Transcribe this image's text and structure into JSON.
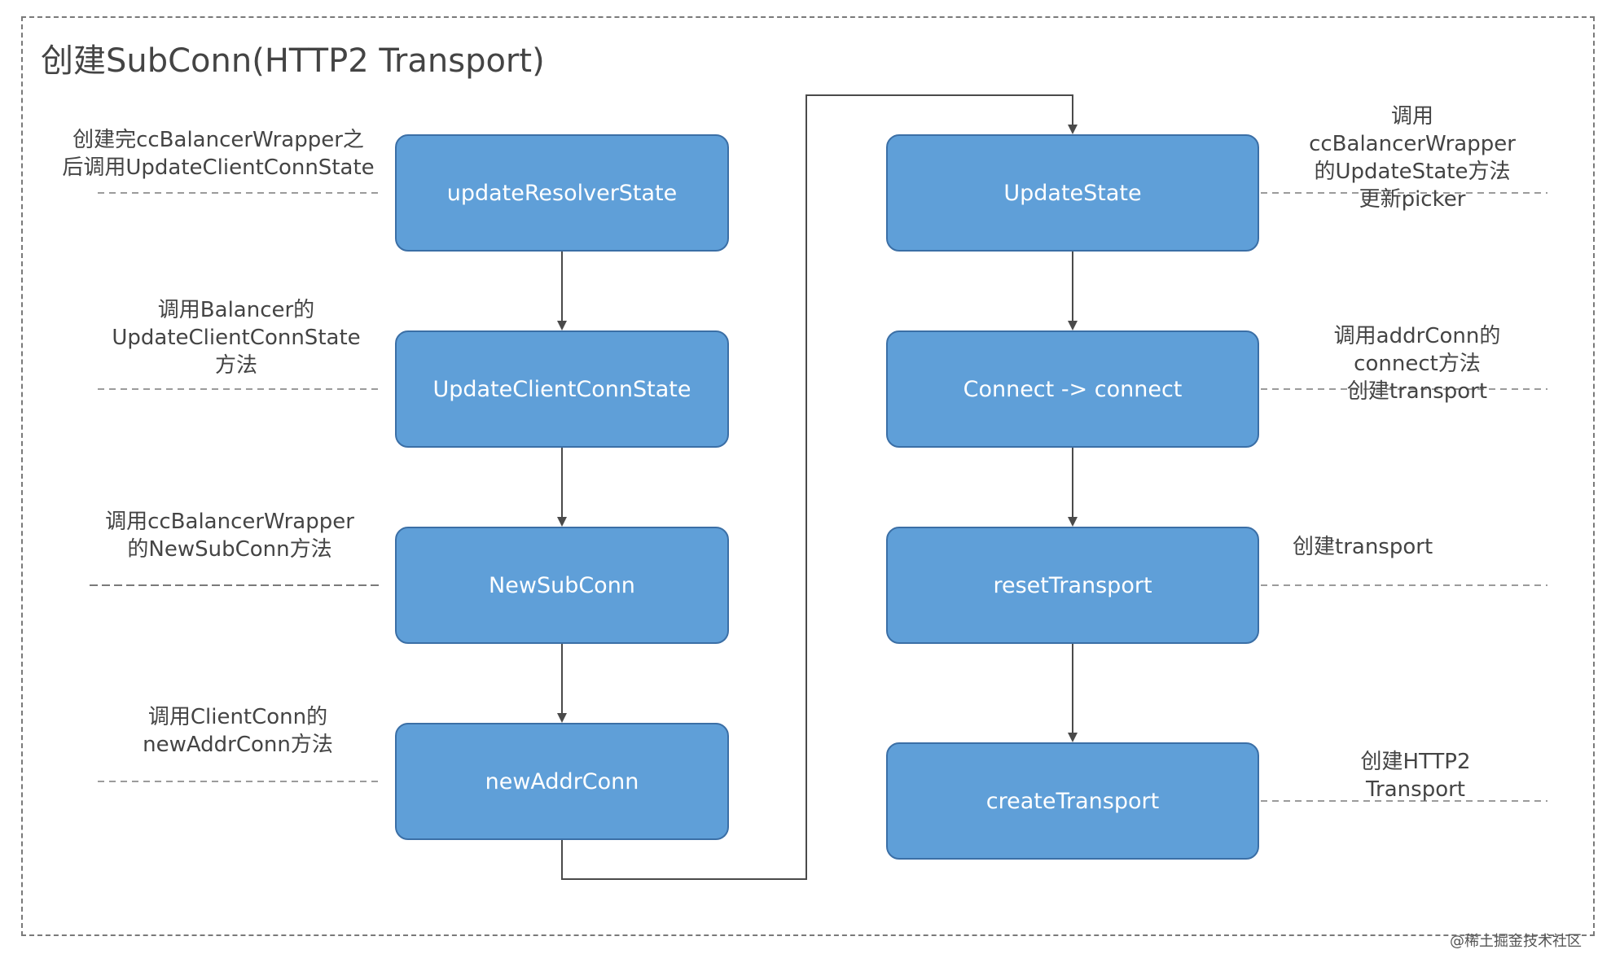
{
  "title": "创建SubConn(HTTP2 Transport)",
  "watermark": "@稀土掘金技术社区",
  "colors": {
    "node_fill": "#5f9fd8",
    "node_border": "#3b6fa6",
    "node_text": "#ffffff",
    "edge": "#4a4a4a",
    "guide": "#7a7a7a"
  },
  "nodes": [
    {
      "id": "updateResolverState",
      "label": "updateResolverState"
    },
    {
      "id": "UpdateClientConnState",
      "label": "UpdateClientConnState"
    },
    {
      "id": "NewSubConn",
      "label": "NewSubConn"
    },
    {
      "id": "newAddrConn",
      "label": "newAddrConn"
    },
    {
      "id": "UpdateState",
      "label": "UpdateState"
    },
    {
      "id": "Connect",
      "label": "Connect -> connect"
    },
    {
      "id": "resetTransport",
      "label": "resetTransport"
    },
    {
      "id": "createTransport",
      "label": "createTransport"
    }
  ],
  "edges": [
    {
      "from": "updateResolverState",
      "to": "UpdateClientConnState"
    },
    {
      "from": "UpdateClientConnState",
      "to": "NewSubConn"
    },
    {
      "from": "NewSubConn",
      "to": "newAddrConn"
    },
    {
      "from": "newAddrConn",
      "to": "UpdateState"
    },
    {
      "from": "UpdateState",
      "to": "Connect"
    },
    {
      "from": "Connect",
      "to": "resetTransport"
    },
    {
      "from": "resetTransport",
      "to": "createTransport"
    }
  ],
  "notes": [
    {
      "node": "updateResolverState",
      "text": "创建完ccBalancerWrapper之\n后调用UpdateClientConnState"
    },
    {
      "node": "UpdateClientConnState",
      "text": "调用Balancer的\nUpdateClientConnState\n方法"
    },
    {
      "node": "NewSubConn",
      "text": "调用ccBalancerWrapper\n的NewSubConn方法"
    },
    {
      "node": "newAddrConn",
      "text": "调用ClientConn的\nnewAddrConn方法"
    },
    {
      "node": "UpdateState",
      "text": "调用ccBalancerWrapper\n的UpdateState方法\n更新picker"
    },
    {
      "node": "Connect",
      "text": "调用addrConn的connect方法\n创建transport"
    },
    {
      "node": "resetTransport",
      "text": "创建transport"
    },
    {
      "node": "createTransport",
      "text": "创建HTTP2 Transport"
    }
  ]
}
